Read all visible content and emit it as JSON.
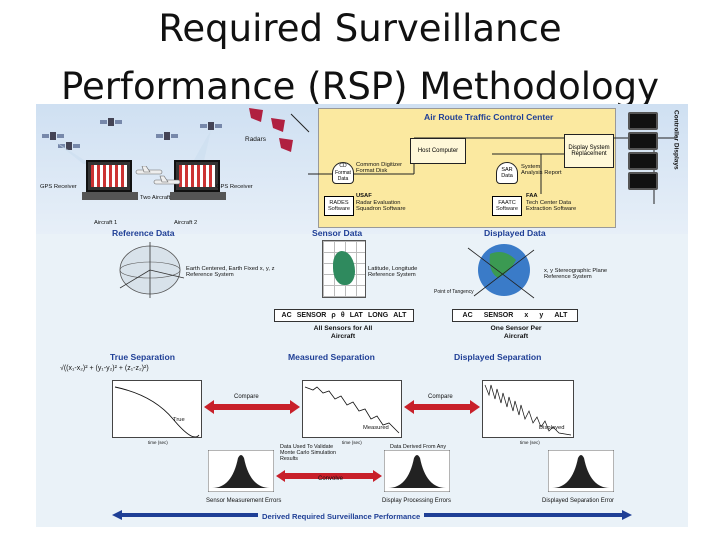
{
  "page": {
    "title_line1": "Required Surveillance",
    "title_line2": "Performance (RSP) Methodology"
  },
  "artcc": {
    "title": "Air Route Traffic Control Center",
    "host_computer": "Host Computer",
    "display_system": "Display System Replacement",
    "common_digitizer_disk_label": "CD Format Data",
    "common_digitizer": "Common Digitizer Format Disk",
    "radars": "Radars",
    "usaf": "USAF",
    "usaf_desc": "Radar Evaluation Squadron Software",
    "rades": "RADES Software",
    "sar": "SAR Data",
    "sar_desc": "System Analysis Report",
    "faatc": "FAATC Software",
    "faa": "FAA",
    "faa_desc": "Tech Center Data Extraction Software",
    "controller_displays": "Controller Displays"
  },
  "aircraft": {
    "gps_receiver_1": "GPS Receiver",
    "gps_receiver_2": "GPS Receiver",
    "two_aircraft": "Two Aircraft",
    "aircraft_1": "Aircraft 1",
    "aircraft_2": "Aircraft 2"
  },
  "sections": {
    "reference_data": "Reference Data",
    "sensor_data": "Sensor Data",
    "displayed_data": "Displayed Data",
    "true_separation": "True Separation",
    "measured_separation": "Measured Separation",
    "displayed_separation": "Displayed Separation"
  },
  "coords": {
    "earth_centered": "Earth Centered, Earth Fixed x, y, z Reference System",
    "lat_long": "Latitude, Longitude Reference System",
    "stereographic": "x, y Stereographic Plane Reference System",
    "point_of_tangency": "Point of Tangency"
  },
  "sensors": {
    "all": [
      "AC",
      "SENSOR",
      "ρ",
      "θ",
      "LAT",
      "LONG",
      "ALT"
    ],
    "one": [
      "AC",
      "SENSOR",
      "x",
      "y",
      "ALT"
    ],
    "all_caption": "All Sensors for All Aircraft",
    "one_caption": "One Sensor Per Aircraft"
  },
  "formula": "√((x₁-x₂)² + (y₁-y₂)² + (z₁-z₂)²)",
  "graphs": {
    "true_label": "True",
    "measured_label": "Measured",
    "displayed_label": "Displayed",
    "time_label": "time (sec)"
  },
  "arrows": {
    "compare_left": "Compare",
    "compare_right": "Compare",
    "convolve": "Convolve"
  },
  "notes": {
    "left": "Data Used To Validate Monte Carlo Simulation Results",
    "right": "Data Derived From Any Observed Aircraft Pairs"
  },
  "errors": {
    "sensor": "Sensor Measurement Errors",
    "display": "Display Processing Errors",
    "displayed_sep": "Displayed Separation Error"
  },
  "footer": "Derived Required Surveillance Performance",
  "colors": {
    "header_blue": "#1f3f96",
    "artcc_yellow": "#fbe9a0",
    "arrow_red": "#c8202a",
    "radar_red": "#b02040"
  }
}
